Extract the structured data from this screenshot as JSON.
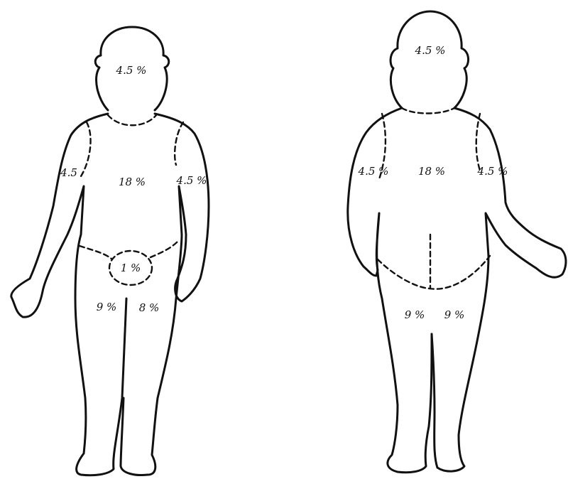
{
  "figures": {
    "front": {
      "head": "4.5 %",
      "left_arm": "4.5",
      "right_arm": "4.5 %",
      "trunk": "18 %",
      "genitals": "1 %",
      "left_leg": "9 %",
      "right_leg": "8 %"
    },
    "back": {
      "head": "4.5 %",
      "left_arm": "4.5 %",
      "right_arm": "4.5 %",
      "trunk": "18 %",
      "left_leg": "9 %",
      "right_leg": "9 %"
    }
  }
}
